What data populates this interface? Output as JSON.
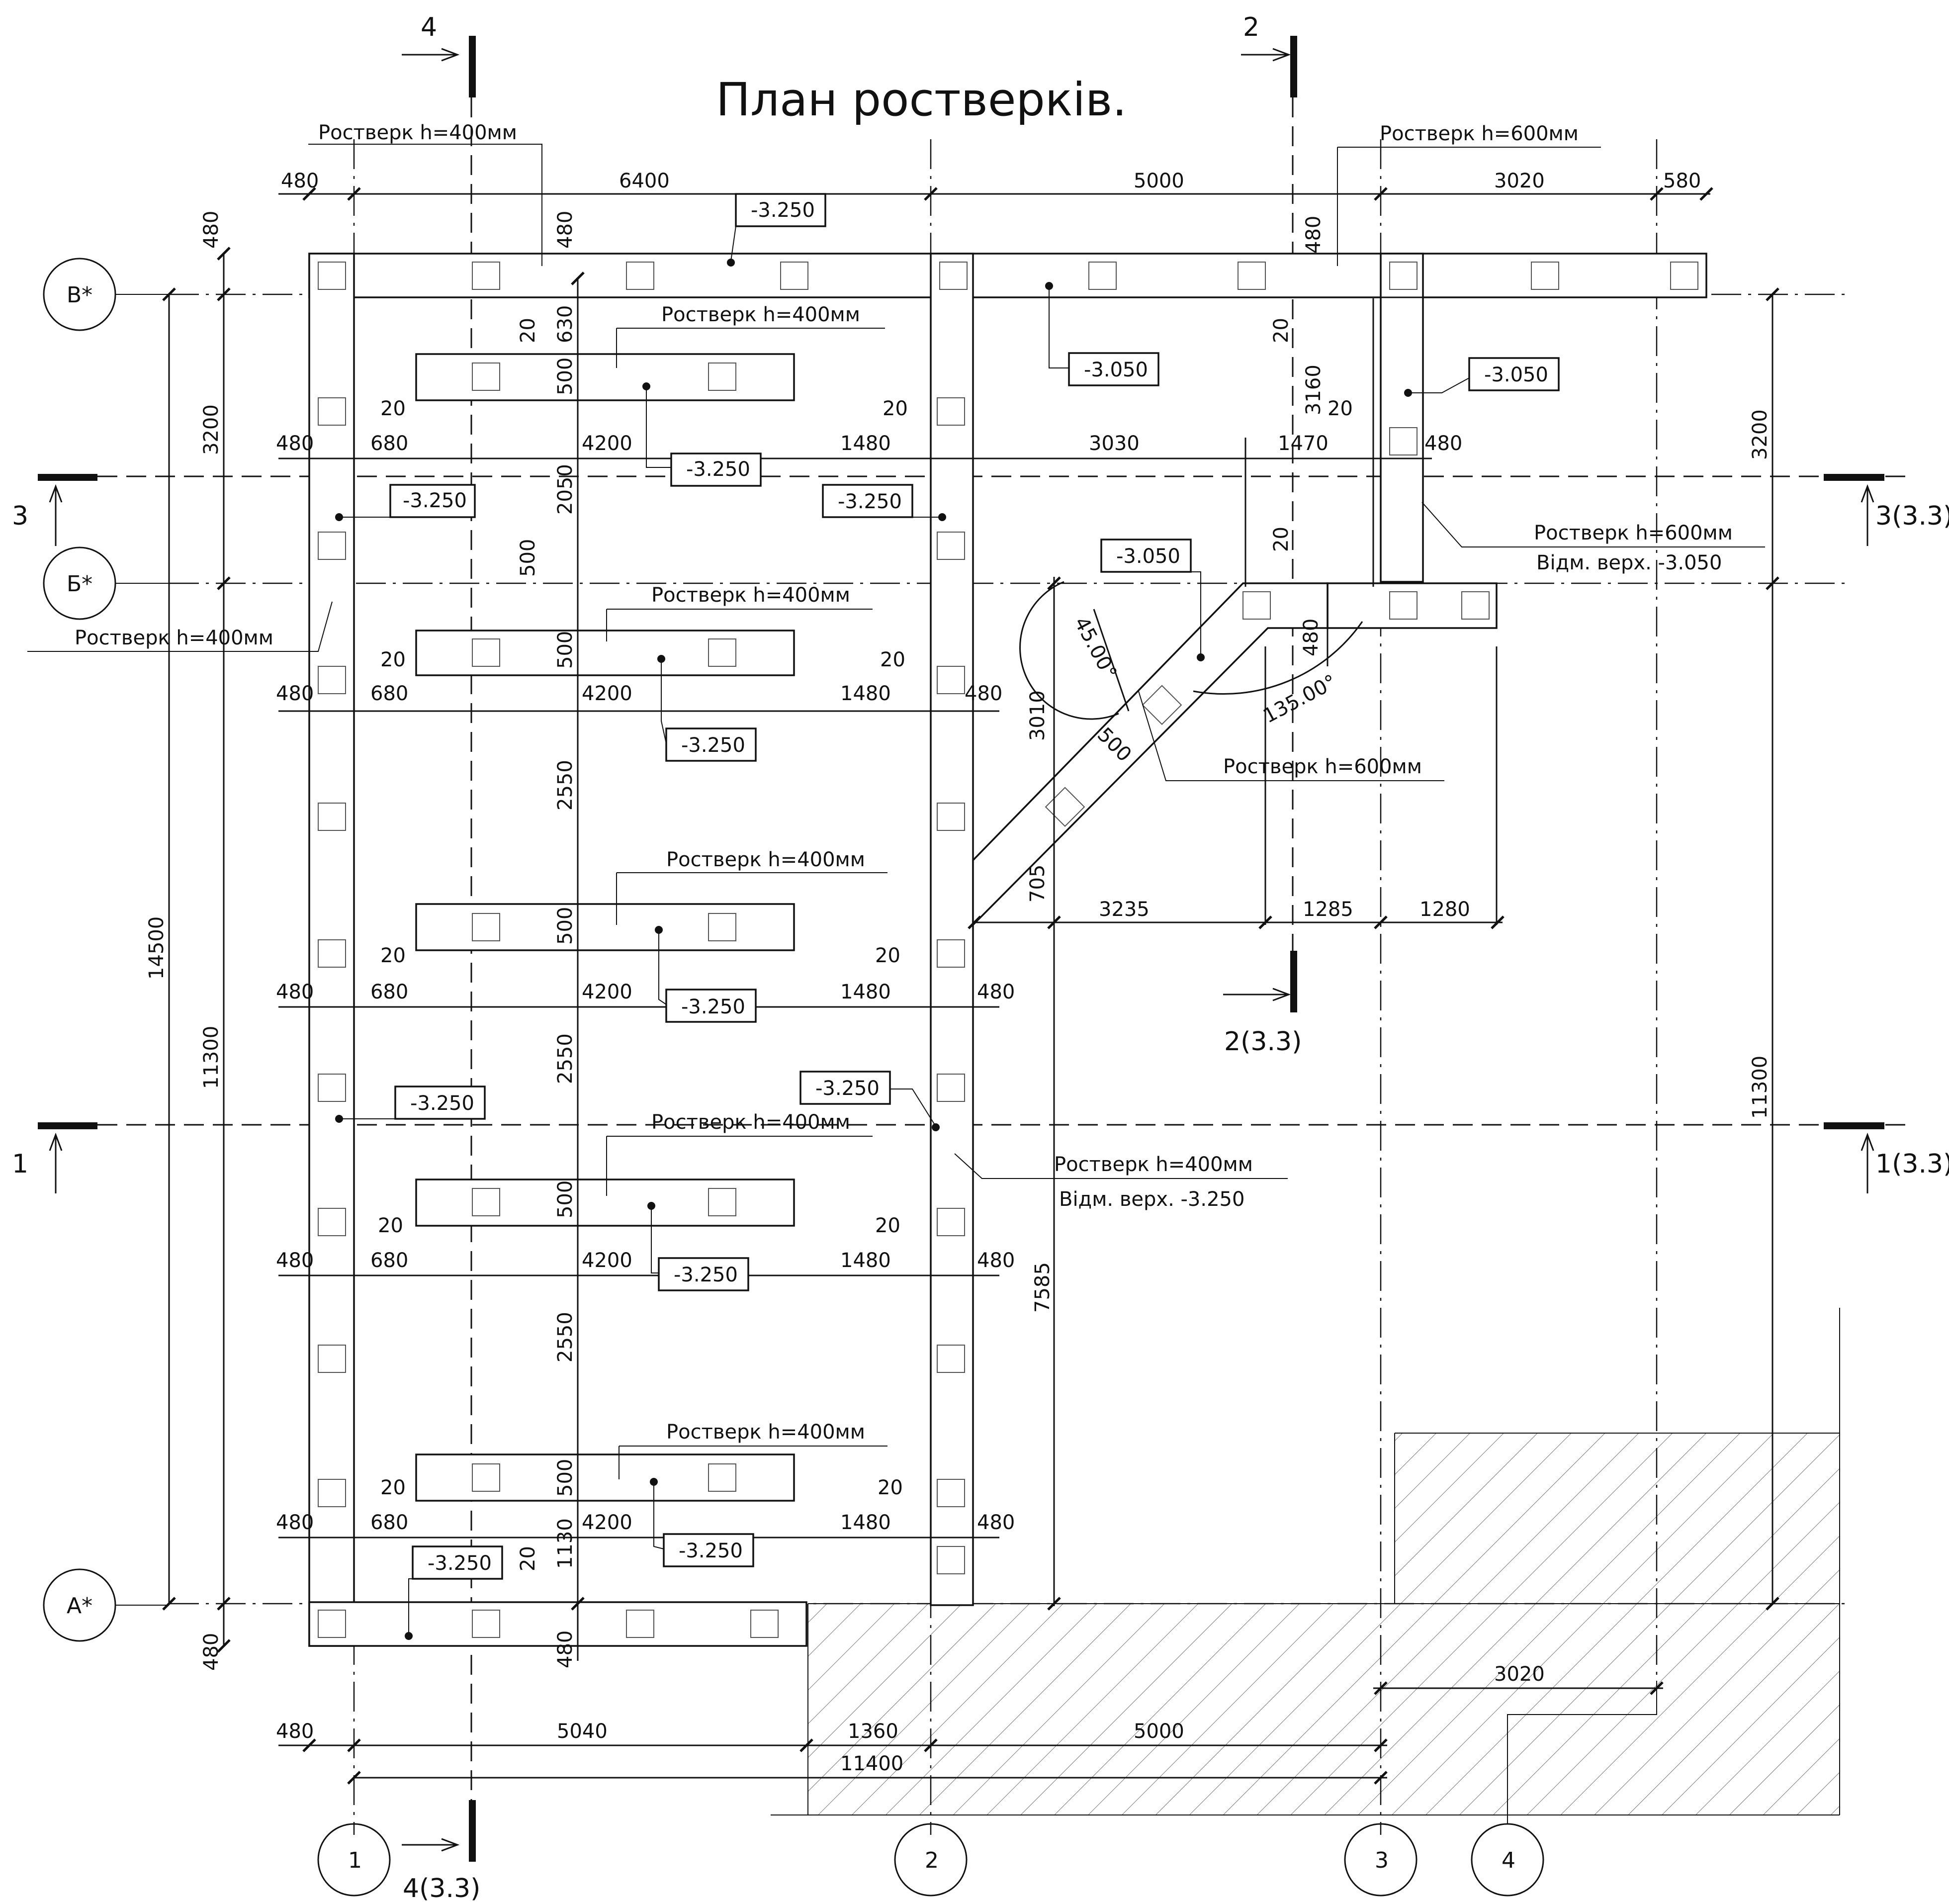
{
  "title": "План ростверків.",
  "axis_labels": {
    "rows": {
      "v": "В*",
      "b": "Б*",
      "a": "А*"
    },
    "cols": {
      "c1": "1",
      "c2": "2",
      "c3": "3",
      "c4": "4"
    }
  },
  "sections": {
    "s4_top": "4",
    "s4_bottom": "4(3.3)",
    "s2_top": "2",
    "s2_bottom": "2(3.3)",
    "s3_left": "3",
    "s3_right": "3(3.3)",
    "s1_left": "1",
    "s1_right": "1(3.3)"
  },
  "elevations": {
    "e1": "-3.250",
    "e2": "-3.050",
    "e3": "-3.050",
    "e4": "-3.250",
    "e5": "-3.250",
    "e6": "-3.250",
    "e7": "-3.050",
    "e8": "-3.250",
    "e9": "-3.250",
    "e10": "-3.250",
    "e11": "-3.250",
    "e12": "-3.250",
    "e13": "-3.250",
    "e14": "-3.250"
  },
  "notes": {
    "n1": "Ростверк h=400мм",
    "n2": "Ростверк h=600мм",
    "n3": "Ростверк h=400мм",
    "n4": "Ростверк h=600мм",
    "n4b": "Відм. верх. -3.050",
    "n5": "Ростверк h=400мм",
    "n6": "Ростверк h=400мм",
    "n7": "Ростверк h=600мм",
    "n8": "Ростверк h=400мм",
    "n9": "Ростверк h=400мм",
    "n10": "Ростверк h=400мм",
    "n10b": "Відм. верх. -3.250",
    "n11": "Ростверк h=400мм"
  },
  "angles": {
    "a1": "45.00°",
    "a2": "135.00°"
  },
  "dims": {
    "top_480": "480",
    "top_6400": "6400",
    "top_5000": "5000",
    "top_3020": "3020",
    "top_580": "580",
    "lv_480": "480",
    "lv_3200": "3200",
    "lv_14500": "14500",
    "lv_11300": "11300",
    "lv_480b": "480",
    "rv_3200": "3200",
    "rv_11300": "11300",
    "r1_480a": "480",
    "r1_680": "680",
    "r1_4200": "4200",
    "r1_1480": "1480",
    "r1_3030": "3030",
    "r1_1470": "1470",
    "r1_480b": "480",
    "r2_480a": "480",
    "r2_680": "680",
    "r2_4200": "4200",
    "r2_1480": "1480",
    "r2_480b": "480",
    "r3_480a": "480",
    "r3_680": "680",
    "r3_4200": "4200",
    "r3_1480": "1480",
    "r3_480b": "480",
    "r4_480a": "480",
    "r4_680": "680",
    "r4_4200": "4200",
    "r4_1480": "1480",
    "r4_480b": "480",
    "r5_480a": "480",
    "r5_680": "680",
    "r5_4200": "4200",
    "r5_1480": "1480",
    "r5_480b": "480",
    "v_630": "630",
    "v_500a": "500",
    "v_2050": "2050",
    "v_500b": "500",
    "v_500c": "500",
    "v_2550a": "2550",
    "v_500d": "500",
    "v_2550b": "2550",
    "v_500e": "500",
    "v_2550c": "2550",
    "v_500f": "500",
    "v_1130": "1130",
    "v_480top": "480",
    "v_480bot": "480",
    "g_20a": "20",
    "g_20b": "20",
    "g_20c": "20",
    "g_20d": "20",
    "g_20e": "20",
    "g_20f": "20",
    "g_20g": "20",
    "g_20h": "20",
    "g_20i": "20",
    "g_20j": "20",
    "g_20k": "20",
    "g_20l": "20",
    "g_20m": "20",
    "g_20n": "20",
    "v_3160": "3160",
    "v_480r": "480",
    "v_480d": "480",
    "d_500": "500",
    "v_3010": "3010",
    "v_705": "705",
    "v_7585": "7585",
    "h_3235": "3235",
    "h_1285": "1285",
    "h_1280": "1280",
    "b_480": "480",
    "b_5040": "5040",
    "b_1360": "1360",
    "b_5000": "5000",
    "b_11400": "11400",
    "b_3020": "3020"
  }
}
